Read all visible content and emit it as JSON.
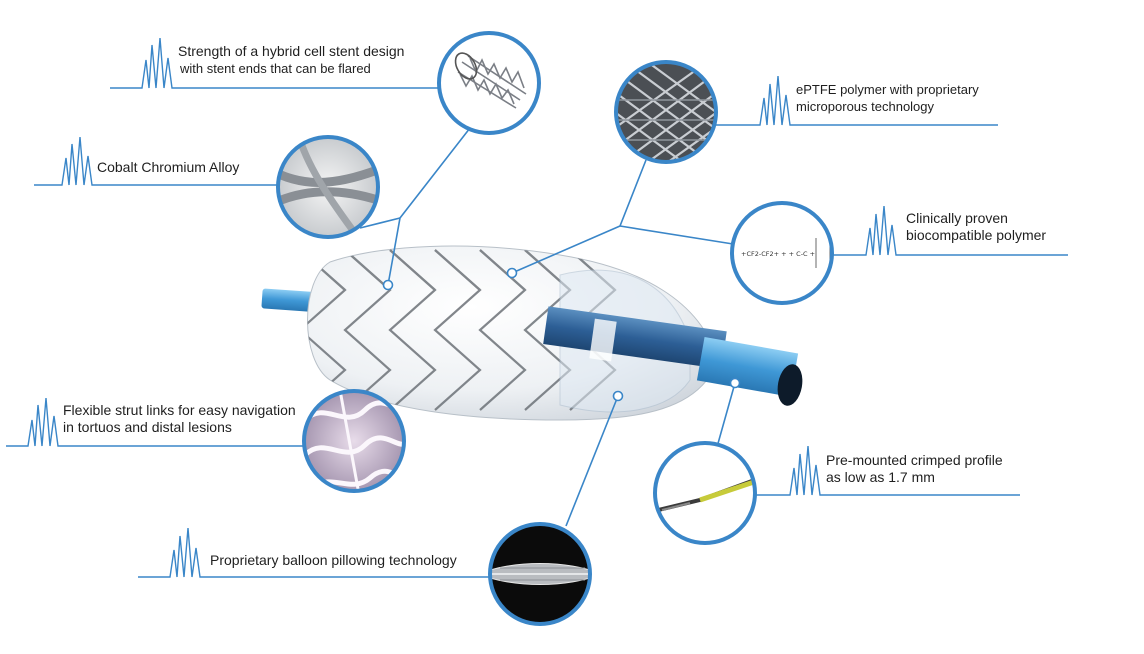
{
  "callouts": [
    {
      "id": "stent-design",
      "lines": [
        "Strength of a hybrid cell stent design",
        "with stent ends that can be flared"
      ],
      "thumbnail": "flared-stent-icon"
    },
    {
      "id": "cobalt",
      "lines": [
        "Cobalt Chromium Alloy"
      ],
      "thumbnail": "metal-strut-icon"
    },
    {
      "id": "eptfe",
      "lines": [
        "ePTFE polymer with proprietary",
        "microporous technology"
      ],
      "thumbnail": "microporous-texture-icon"
    },
    {
      "id": "polymer",
      "lines": [
        "Clinically proven",
        "biocompatible polymer"
      ],
      "thumbnail": "chemical-formula-icon"
    },
    {
      "id": "strut-links",
      "lines": [
        "Flexible strut links for easy navigation",
        "in tortuos and distal lesions"
      ],
      "thumbnail": "strut-link-closeup-icon"
    },
    {
      "id": "crimped",
      "lines": [
        "Pre-mounted crimped profile",
        "as low as 1.7 mm"
      ],
      "thumbnail": "catheter-tip-icon"
    },
    {
      "id": "balloon",
      "lines": [
        "Proprietary balloon pillowing technology"
      ],
      "thumbnail": "balloon-photo-icon"
    }
  ],
  "formula_text": "+CF2-CF2+ + + C-C +",
  "colors": {
    "accent": "#3a86c8",
    "catheter": "#4aa3e0",
    "stent_strut": "#6d7278",
    "balloon_fill": "#eef1f4"
  }
}
